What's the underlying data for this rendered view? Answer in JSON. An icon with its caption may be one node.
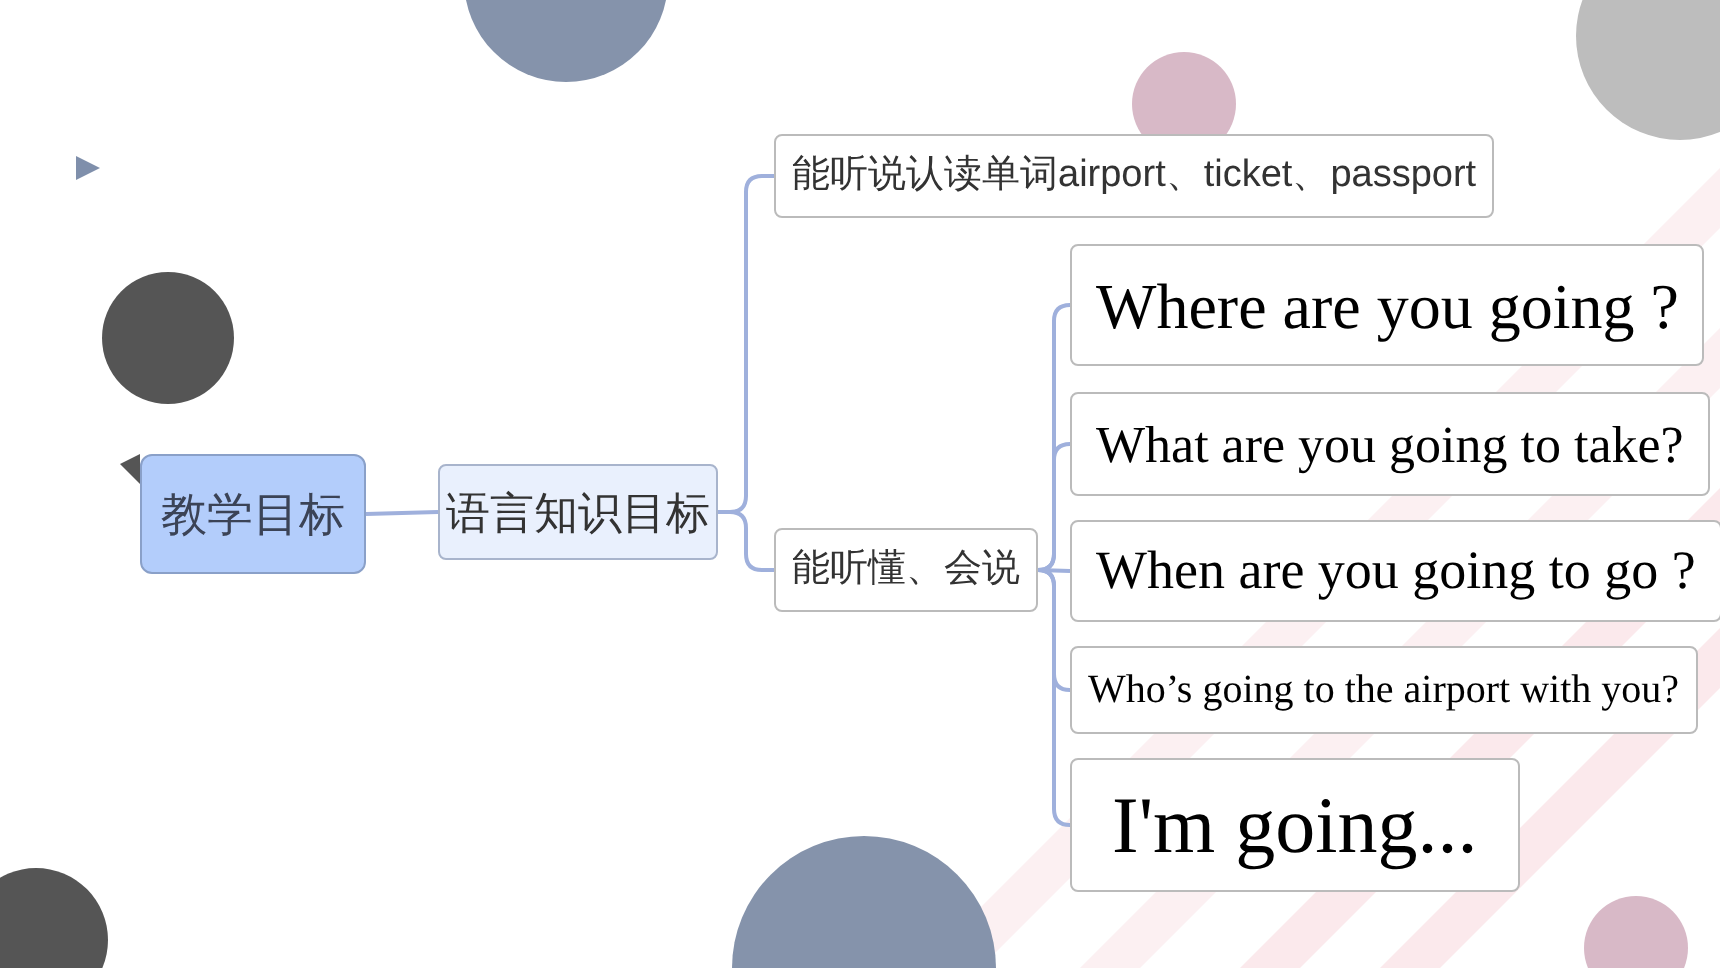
{
  "diagram": {
    "nodes": [
      {
        "text": [
          "教学目标"
        ]
      },
      {
        "text": [
          "语言知识目标"
        ]
      },
      {
        "text": [
          "能听说认读单词airport、ticket、passport"
        ]
      },
      {
        "text": [
          "能听懂、会说"
        ]
      },
      {
        "text": [
          "Where are you going ?"
        ]
      },
      {
        "text": [
          "What are you going to take?"
        ]
      },
      {
        "text": [
          "When are you going to go ?"
        ]
      },
      {
        "text": [
          "Who’s going to the airport with you?"
        ]
      },
      {
        "text": [
          "I'm going..."
        ]
      }
    ],
    "edges": [
      {
        "from": 0,
        "to": 1,
        "arrow": "none"
      },
      {
        "from": 1,
        "to": 2,
        "arrow": "none"
      },
      {
        "from": 1,
        "to": 3,
        "arrow": "none"
      },
      {
        "from": 3,
        "to": 4,
        "arrow": "none"
      },
      {
        "from": 3,
        "to": 5,
        "arrow": "none"
      },
      {
        "from": 3,
        "to": 6,
        "arrow": "none"
      },
      {
        "from": 3,
        "to": 7,
        "arrow": "none"
      },
      {
        "from": 3,
        "to": 8,
        "arrow": "none"
      }
    ]
  }
}
